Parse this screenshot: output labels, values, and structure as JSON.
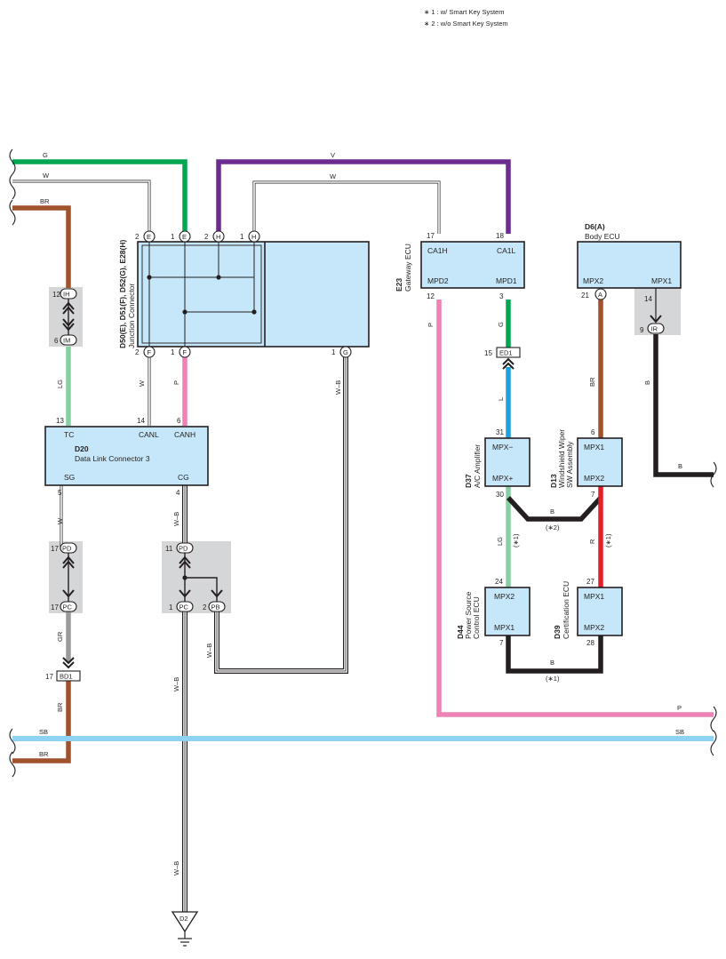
{
  "notes": [
    "∗ 1 : w/ Smart Key System",
    "∗ 2 : w/o Smart Key System"
  ],
  "colors": {
    "G": "#00a650",
    "W": "#ffffff",
    "BR": "#a0522d",
    "V": "#6a2c91",
    "LG": "#86cfa0",
    "P": "#ee82b4",
    "L": "#1ea0dc",
    "B": "#231f20",
    "R": "#e3202a",
    "GR": "#9a9b9c",
    "SB": "#8fd2f4",
    "box_fill": "#c6e7f9",
    "gray_box": "#d5d6d7"
  },
  "wire_labels": {
    "g_top": "G",
    "w_top": "W",
    "br_top": "BR",
    "v_top": "V",
    "w_top2": "W",
    "lg_left": "LG",
    "w_mid": "W",
    "p_mid": "P",
    "wb_jc": "W–B",
    "g_gw": "G",
    "p_gw": "P",
    "l_amp": "L",
    "br_body": "BR",
    "b_body": "B",
    "b_right": "B",
    "w_dlc": "W",
    "wb_dlc": "W–B",
    "b_amp": "B",
    "b_amp_note": "(∗2)",
    "lg_amp": "LG",
    "lg_amp_note": "(∗1)",
    "r_wiper": "R",
    "r_wiper_note": "(∗1)",
    "gr_left": "GR",
    "br_left": "BR",
    "wb_pb": "W–B",
    "wb_down": "W–B",
    "b_cert": "B",
    "b_cert_note": "(∗1)",
    "p_right": "P",
    "sb_left": "SB",
    "sb_right": "SB",
    "br_bottom": "BR",
    "wb_bottom": "W–B"
  },
  "junction_connector": {
    "title": "D50(E), D51(F), D52(G), E28(H)",
    "subtitle": "Junction Connector",
    "top_pins": [
      {
        "pin": "2",
        "conn": "E"
      },
      {
        "pin": "1",
        "conn": "E"
      },
      {
        "pin": "2",
        "conn": "H"
      },
      {
        "pin": "1",
        "conn": "H"
      }
    ],
    "bottom_pins": [
      {
        "pin": "2",
        "conn": "F"
      },
      {
        "pin": "1",
        "conn": "F"
      },
      {
        "pin": "1",
        "conn": "G"
      }
    ]
  },
  "gateway_ecu": {
    "code": "E23",
    "name": "Gateway ECU",
    "pins": [
      {
        "pin": "17",
        "name": "CA1H"
      },
      {
        "pin": "18",
        "name": "CA1L"
      },
      {
        "pin": "12",
        "name": "MPD2"
      },
      {
        "pin": "3",
        "name": "MPD1"
      }
    ]
  },
  "body_ecu": {
    "code": "D6(A)",
    "name": "Body ECU",
    "pins": [
      {
        "pin": "21",
        "name": "MPX2",
        "conn": "A"
      },
      {
        "pin": "14",
        "name": "MPX1"
      }
    ]
  },
  "dlc": {
    "code": "D20",
    "name": "Data Link Connector 3",
    "pins": [
      {
        "pin": "13",
        "name": "TC"
      },
      {
        "pin": "14",
        "name": "CANL"
      },
      {
        "pin": "6",
        "name": "CANH"
      },
      {
        "pin": "5",
        "name": "SG"
      },
      {
        "pin": "4",
        "name": "CG"
      }
    ]
  },
  "ac_amp": {
    "code": "D37",
    "name": "A/C Amplifier",
    "pins": [
      {
        "pin": "31",
        "name": "MPX−"
      },
      {
        "pin": "30",
        "name": "MPX+"
      }
    ]
  },
  "wiper": {
    "code": "D13",
    "name1": "Windshield Wiper",
    "name2": "SW Assembly",
    "pins": [
      {
        "pin": "6",
        "name": "MPX1"
      },
      {
        "pin": "7",
        "name": "MPX2"
      }
    ]
  },
  "power_source": {
    "code": "D44",
    "name1": "Power Source",
    "name2": "Control ECU",
    "pins": [
      {
        "pin": "24",
        "name": "MPX2"
      },
      {
        "pin": "7",
        "name": "MPX1"
      }
    ]
  },
  "cert_ecu": {
    "code": "D39",
    "name": "Certification ECU",
    "pins": [
      {
        "pin": "27",
        "name": "MPX1"
      },
      {
        "pin": "28",
        "name": "MPX2"
      }
    ]
  },
  "splices": {
    "ih": {
      "pin": "12",
      "id": "IH"
    },
    "im": {
      "pin": "6",
      "id": "IM"
    },
    "pd_left": {
      "pin": "17",
      "id": "PD"
    },
    "pc_left": {
      "pin": "17",
      "id": "PC"
    },
    "pd_mid": {
      "pin": "11",
      "id": "PD"
    },
    "pc_mid": {
      "pin": "1",
      "id": "PC"
    },
    "pb_mid": {
      "pin": "2",
      "id": "PB"
    },
    "ir": {
      "pin": "9",
      "id": "IR"
    }
  },
  "connectors": {
    "ed1": {
      "pin": "15",
      "id": "ED1"
    },
    "bd1": {
      "pin": "17",
      "id": "BD1"
    }
  },
  "ground": {
    "id": "D2"
  }
}
